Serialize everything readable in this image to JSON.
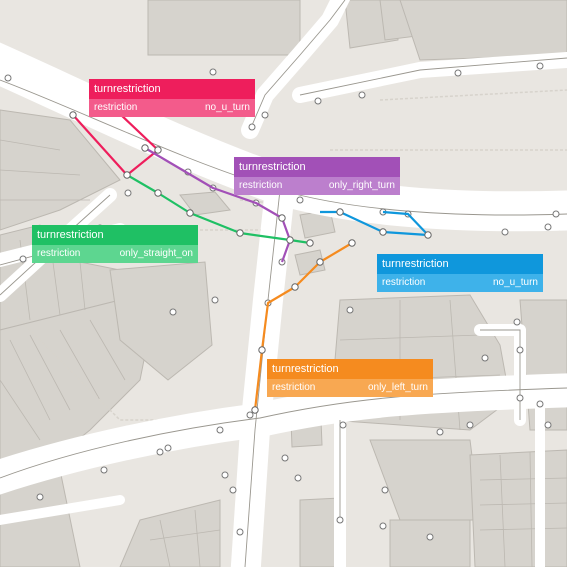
{
  "colors": {
    "background": "#e9e6e1",
    "road": "#ffffff",
    "building": "#d6d3cd",
    "building_edge": "#bcb8b1",
    "footway": "#d7d3cc"
  },
  "restrictions": [
    {
      "id": "pink",
      "header": "turnrestriction",
      "key": "restriction",
      "value": "no_u_turn",
      "color": "#ee1e5c",
      "row_color": "#f35b8b"
    },
    {
      "id": "purple",
      "header": "turnrestriction",
      "key": "restriction",
      "value": "only_right_turn",
      "color": "#a250b7",
      "row_color": "#bc7fcd"
    },
    {
      "id": "green",
      "header": "turnrestriction",
      "key": "restriction",
      "value": "only_straight_on",
      "color": "#1fc064",
      "row_color": "#5dd690"
    },
    {
      "id": "blue",
      "header": "turnrestriction",
      "key": "restriction",
      "value": "no_u_turn",
      "color": "#0f97dc",
      "row_color": "#3eb2ea"
    },
    {
      "id": "orange",
      "header": "turnrestriction",
      "key": "restriction",
      "value": "only_left_turn",
      "color": "#f58b1f",
      "row_color": "#f8a852"
    }
  ]
}
